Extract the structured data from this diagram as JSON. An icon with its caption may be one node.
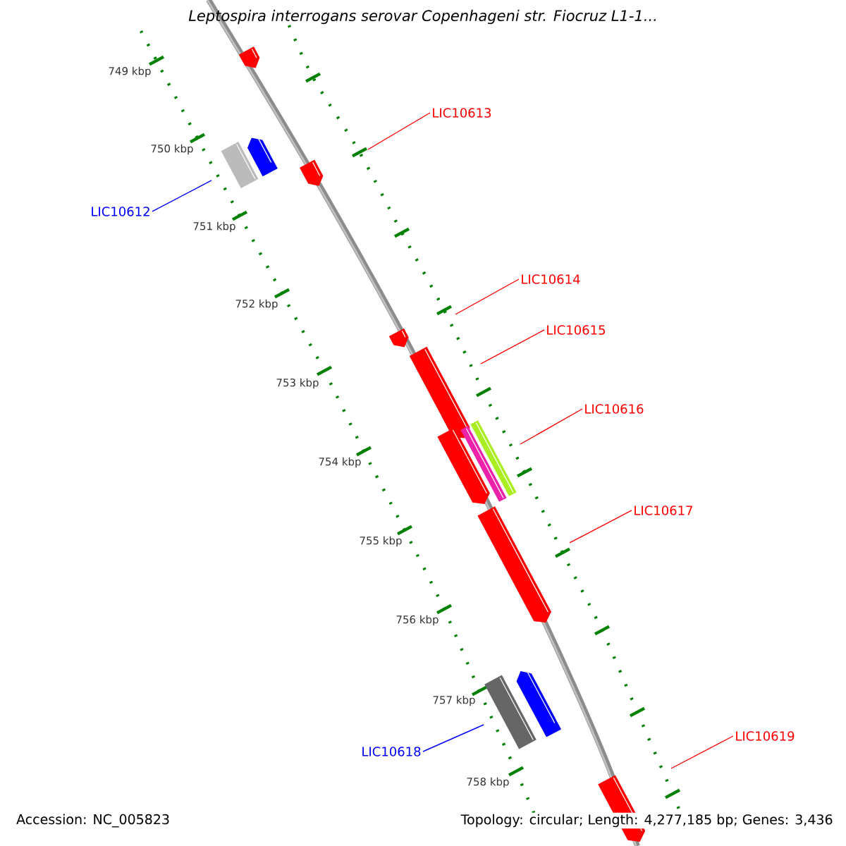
{
  "diagram": {
    "title": "*Leptospira interrogans* serovar Copenhageni str. Fiocruz L1-1...",
    "nodes": [
      {
        "text": [
          "LIC10613"
        ]
      },
      {
        "text": [
          "LIC10612"
        ]
      },
      {
        "text": [
          "LIC10614"
        ]
      },
      {
        "text": [
          "LIC10615"
        ]
      },
      {
        "text": [
          "LIC10616"
        ]
      },
      {
        "text": [
          "LIC10617"
        ]
      },
      {
        "text": [
          "LIC10618"
        ]
      },
      {
        "text": [
          "LIC10619"
        ]
      }
    ],
    "edges": [
      {
        "from": 0,
        "to": null,
        "arrow": "none"
      },
      {
        "from": 1,
        "to": null,
        "arrow": "none",
        "color": "#0000ff"
      },
      {
        "from": 2,
        "to": null,
        "arrow": "none"
      },
      {
        "from": 3,
        "to": null,
        "arrow": "none"
      },
      {
        "from": 4,
        "to": null,
        "arrow": "none"
      },
      {
        "from": 5,
        "to": null,
        "arrow": "none"
      },
      {
        "from": 6,
        "to": null,
        "arrow": "none",
        "color": "#0000ff"
      },
      {
        "from": 7,
        "to": null,
        "arrow": "none"
      }
    ],
    "labels": [
      "749 kbp",
      "750 kbp",
      "751 kbp",
      "752 kbp",
      "753 kbp",
      "754 kbp",
      "755 kbp",
      "756 kbp",
      "757 kbp",
      "758 kbp",
      "Accession: NC_005823",
      "Topology: circular; Length: 4,277,185 bp; Genes: 3,436"
    ]
  }
}
